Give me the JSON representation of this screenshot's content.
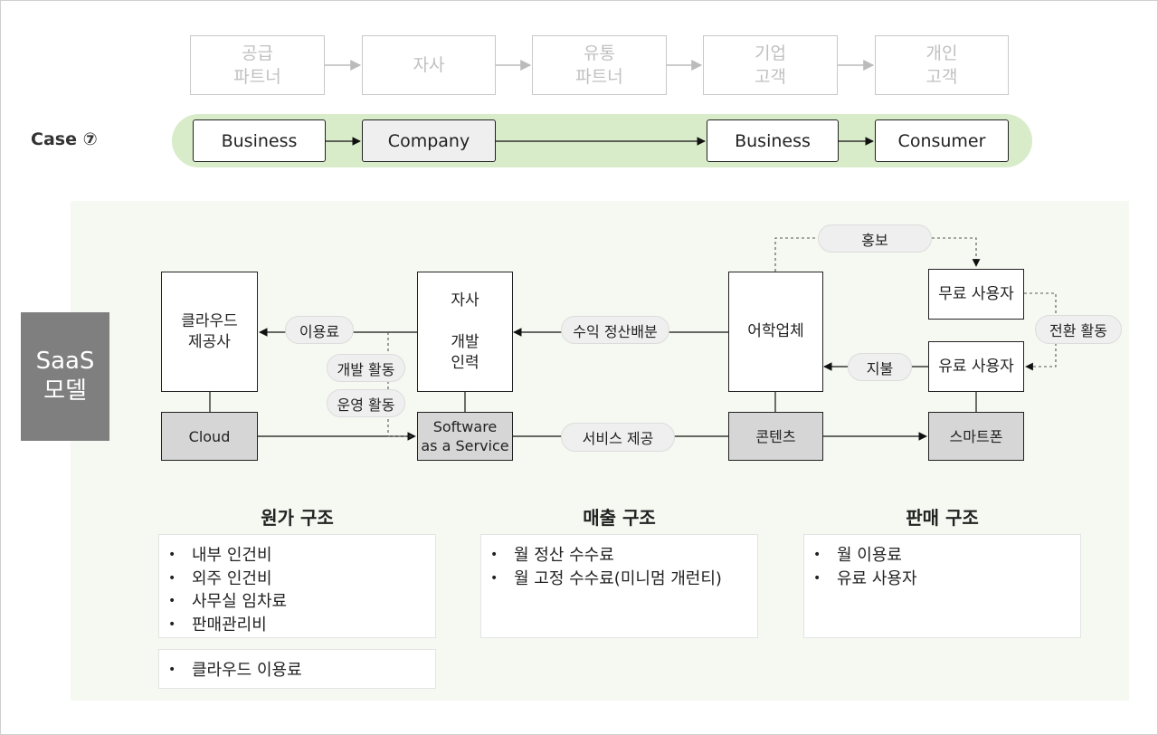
{
  "flow_chain": [
    {
      "label": "공급\n파트너"
    },
    {
      "label": "자사"
    },
    {
      "label": "유통\n파트너"
    },
    {
      "label": "기업\n고객"
    },
    {
      "label": "개인\n고객"
    }
  ],
  "case_row": {
    "label": "Case ⑦",
    "boxes": [
      "Business",
      "Company",
      "Business",
      "Consumer"
    ]
  },
  "saas_tag": "SaaS\n모델",
  "nodes": {
    "cloud_provider": "클라우드\n제공사",
    "company_dev": "자사\n\n개발\n인력",
    "edu_company": "어학업체",
    "free_user": "무료 사용자",
    "paid_user": "유료 사용자",
    "cloud": "Cloud",
    "software": "Software\nas a Service",
    "contents": "콘텐츠",
    "smartphone": "스마트폰"
  },
  "pills": {
    "usage_fee": "이용료",
    "dev_activity": "개발 활동",
    "ops_activity": "운영 활동",
    "revenue_share": "수익 정산배분",
    "promotion": "홍보",
    "conversion": "전환 활동",
    "payment": "지불",
    "service": "서비스 제공"
  },
  "sections": {
    "cost": {
      "title": "원가 구조",
      "items": [
        "내부 인건비",
        "외주 인건비",
        "사무실 임차료",
        "판매관리비"
      ],
      "extra": [
        "클라우드 이용료"
      ]
    },
    "revenue": {
      "title": "매출 구조",
      "items": [
        "월 정산 수수료",
        "월 고정 수수료(미니멈 개런티)"
      ]
    },
    "sales": {
      "title": "판매 구조",
      "items": [
        "월 이용료",
        "유료 사용자"
      ]
    }
  },
  "colors": {
    "case_band": "#d9ecc9",
    "panel": "#f5f9f1",
    "saas_tag": "#7f7f7f",
    "grey_node": "#d6d6d6",
    "faded": "#c0c0c0"
  }
}
